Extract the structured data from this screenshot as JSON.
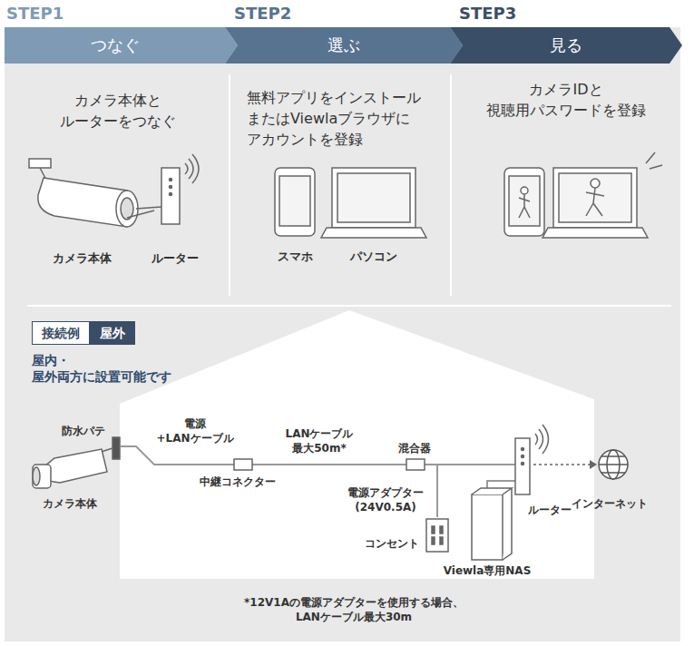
{
  "diagram": {
    "nodes": [
      {
        "text": [
          "STEP1",
          "つなぐ"
        ]
      },
      {
        "text": [
          "STEP2",
          "選ぶ"
        ]
      },
      {
        "text": [
          "STEP3",
          "見る"
        ]
      },
      {
        "text": [
          "接続例"
        ]
      },
      {
        "text": [
          "屋外"
        ]
      }
    ],
    "labels": [
      "カメラ本体と ルーターをつなぐ",
      "カメラ本体",
      "ルーター",
      "無料アプリをインストール またはViewlaブラウザに アカウントを登録",
      "スマホ",
      "パソコン",
      "カメラIDと 視聴用パスワードを登録",
      "屋内・屋外両方に設置可能です",
      "防水パテ",
      "電源+LANケーブル",
      "LANケーブル 最大50m*",
      "中継コネクター",
      "混合器",
      "電源アダプター (24V0.5A)",
      "コンセント",
      "カメラ本体",
      "ルーター",
      "インターネット",
      "Viewla専用NAS",
      "*12V1Aの電源アダプターを使用する場合、LANケーブル最大30m"
    ]
  }
}
